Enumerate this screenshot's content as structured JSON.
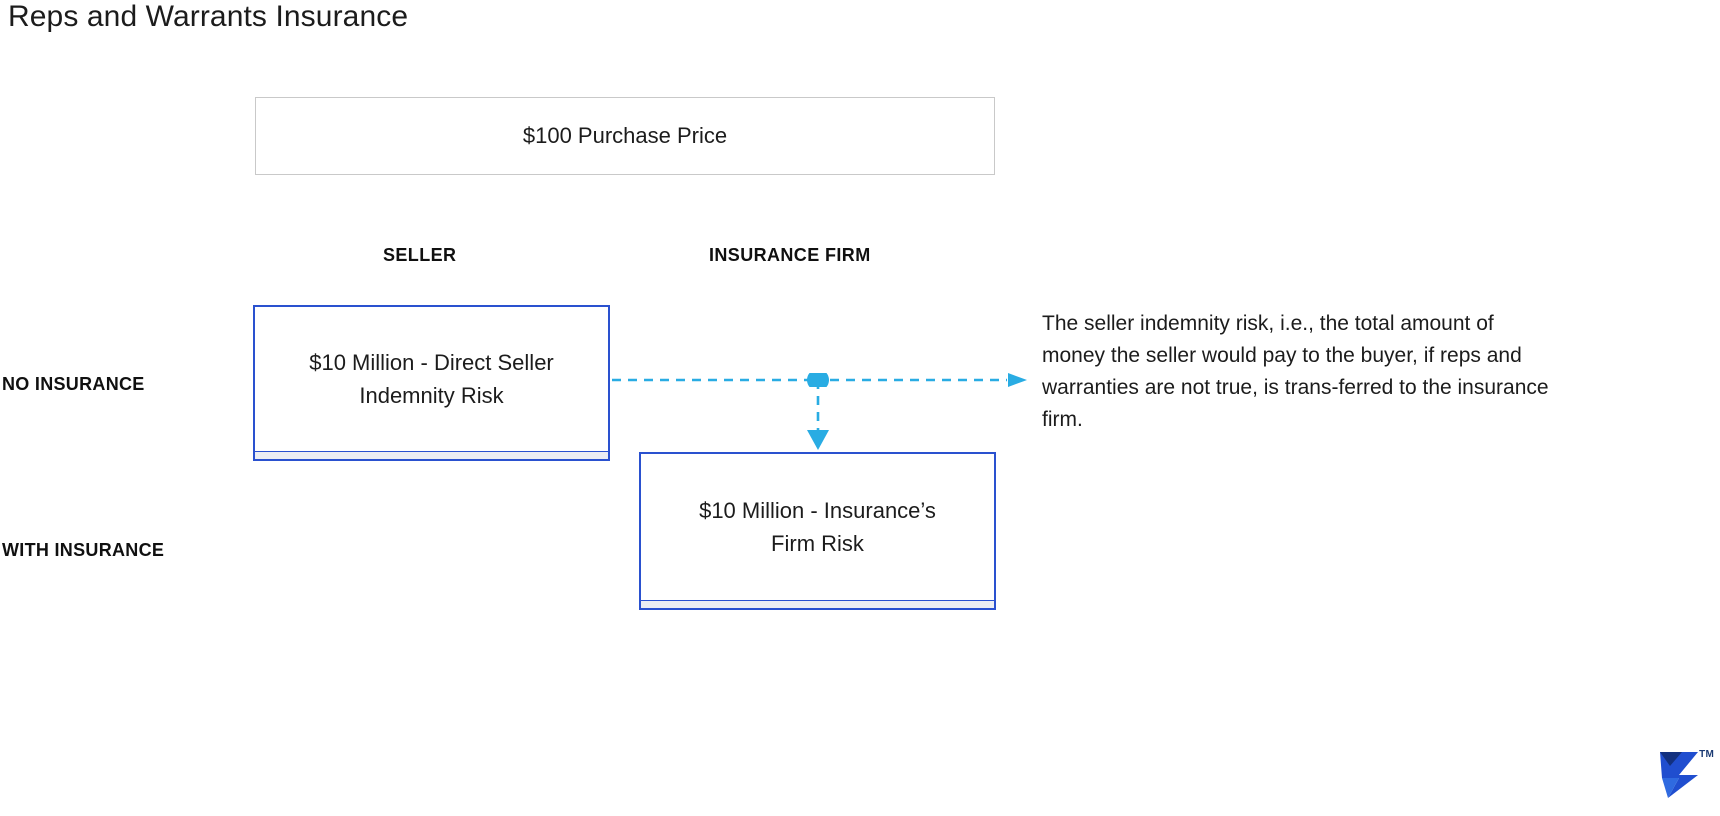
{
  "page_title": "Reps and Warrants Insurance",
  "purchase_price_box": {
    "label": "$100 Purchase Price",
    "border_color": "#c9c9c9"
  },
  "column_headers": [
    {
      "id": "seller",
      "label": "SELLER"
    },
    {
      "id": "insurance-firm",
      "label": "INSURANCE FIRM"
    }
  ],
  "row_labels": [
    {
      "id": "no-insurance",
      "label": "NO INSURANCE"
    },
    {
      "id": "with-insurance",
      "label": "WITH INSURANCE"
    }
  ],
  "risk_boxes": [
    {
      "id": "seller-risk",
      "label": "$10 Million - Direct Seller\nIndemnity Risk",
      "border_color": "#2a51cf",
      "shadow_color": "#eceef3"
    },
    {
      "id": "insurer-risk",
      "label": "$10 Million - Insurance’s\nFirm Risk",
      "border_color": "#2a51cf",
      "shadow_color": "#eceef3"
    }
  ],
  "flow": {
    "arrow_color": "#29ace3",
    "node_label": "transfer-node",
    "horizontal_arrow_name": "risk-transfer-arrow-right",
    "vertical_arrow_name": "risk-transfer-arrow-down"
  },
  "description": "The seller indemnity risk, i.e., the total amount of money the seller would pay to the buyer, if reps and warranties are not true, is trans-ferred to the insurance firm.",
  "brand": {
    "logo_name": "toptal-logo",
    "trademark": "TM",
    "logo_color": "#204ecf"
  }
}
